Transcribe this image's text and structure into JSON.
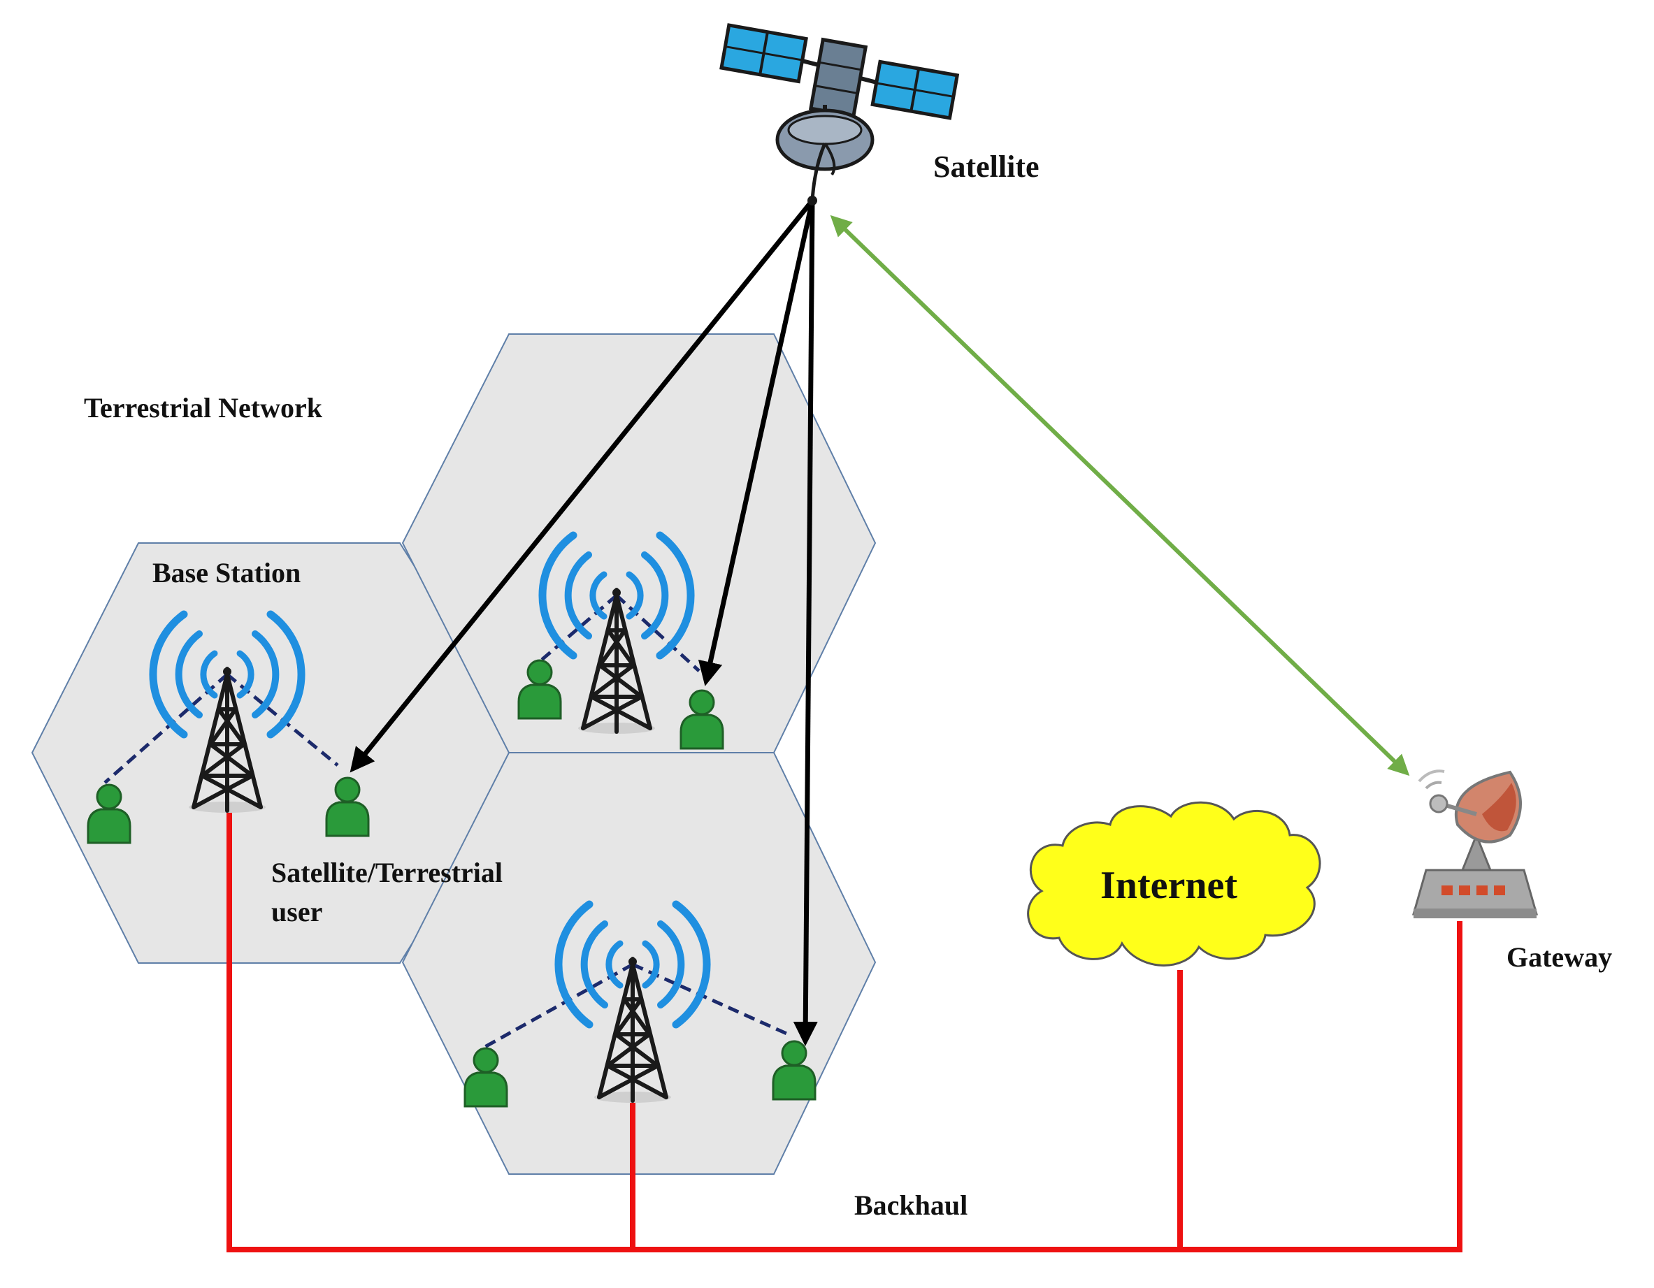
{
  "labels": {
    "satellite": "Satellite",
    "terrestrial_network": "Terrestrial Network",
    "base_station": "Base Station",
    "user_line1": "Satellite/Terrestrial",
    "user_line2": "user",
    "internet": "Internet",
    "gateway": "Gateway",
    "backhaul": "Backhaul"
  },
  "colors": {
    "cell_fill": "#e6e6e6",
    "cell_stroke": "#5f7fa8",
    "signal_wave": "#1f8fe0",
    "user": "#2a9a3a",
    "backhaul": "#ee1111",
    "feeder_link": "#70ad47",
    "satellite_link": "#000000",
    "solar_panel": "#2aa7e0",
    "internet_cloud": "#ffff1a"
  },
  "icons": [
    "satellite-icon",
    "cell-tower-icon",
    "user-icon",
    "cloud-icon",
    "gateway-dish-icon"
  ]
}
